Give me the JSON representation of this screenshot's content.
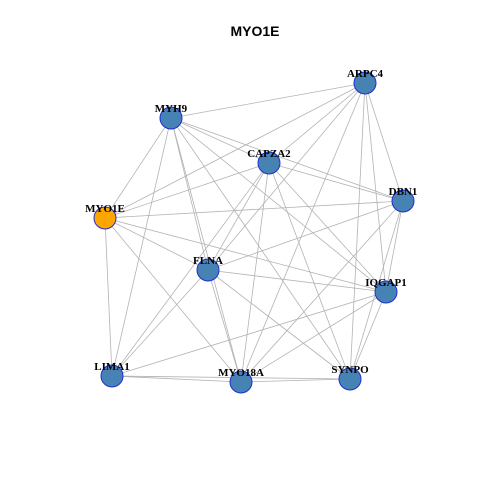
{
  "title": "MYO1E",
  "colors": {
    "focus_node": "#FFA500",
    "neighbor_node": "#4682B4",
    "node_border": "#1F2FD0",
    "edge": "#B3B3B3"
  },
  "nodes": [
    {
      "id": "MYO1E",
      "label": "MYO1E",
      "focus": true
    },
    {
      "id": "MYH9",
      "label": "MYH9",
      "focus": false
    },
    {
      "id": "ARPC4",
      "label": "ARPC4",
      "focus": false
    },
    {
      "id": "CAPZA2",
      "label": "CAPZA2",
      "focus": false
    },
    {
      "id": "DBN1",
      "label": "DBN1",
      "focus": false
    },
    {
      "id": "FLNA",
      "label": "FLNA",
      "focus": false
    },
    {
      "id": "IQGAP1",
      "label": "IQGAP1",
      "focus": false
    },
    {
      "id": "LIMA1",
      "label": "LIMA1",
      "focus": false
    },
    {
      "id": "MYO18A",
      "label": "MYO18A",
      "focus": false
    },
    {
      "id": "SYNPO",
      "label": "SYNPO",
      "focus": false
    }
  ],
  "edges": [
    [
      "MYO1E",
      "MYH9"
    ],
    [
      "MYO1E",
      "ARPC4"
    ],
    [
      "MYO1E",
      "CAPZA2"
    ],
    [
      "MYO1E",
      "DBN1"
    ],
    [
      "MYO1E",
      "FLNA"
    ],
    [
      "MYO1E",
      "IQGAP1"
    ],
    [
      "MYO1E",
      "LIMA1"
    ],
    [
      "MYO1E",
      "MYO18A"
    ],
    [
      "MYH9",
      "ARPC4"
    ],
    [
      "MYH9",
      "CAPZA2"
    ],
    [
      "MYH9",
      "DBN1"
    ],
    [
      "MYH9",
      "FLNA"
    ],
    [
      "MYH9",
      "IQGAP1"
    ],
    [
      "MYH9",
      "LIMA1"
    ],
    [
      "MYH9",
      "MYO18A"
    ],
    [
      "MYH9",
      "SYNPO"
    ],
    [
      "ARPC4",
      "CAPZA2"
    ],
    [
      "ARPC4",
      "DBN1"
    ],
    [
      "ARPC4",
      "FLNA"
    ],
    [
      "ARPC4",
      "IQGAP1"
    ],
    [
      "ARPC4",
      "MYO18A"
    ],
    [
      "ARPC4",
      "SYNPO"
    ],
    [
      "CAPZA2",
      "DBN1"
    ],
    [
      "CAPZA2",
      "FLNA"
    ],
    [
      "CAPZA2",
      "IQGAP1"
    ],
    [
      "CAPZA2",
      "LIMA1"
    ],
    [
      "CAPZA2",
      "MYO18A"
    ],
    [
      "CAPZA2",
      "SYNPO"
    ],
    [
      "DBN1",
      "FLNA"
    ],
    [
      "DBN1",
      "IQGAP1"
    ],
    [
      "DBN1",
      "MYO18A"
    ],
    [
      "DBN1",
      "SYNPO"
    ],
    [
      "FLNA",
      "IQGAP1"
    ],
    [
      "FLNA",
      "LIMA1"
    ],
    [
      "FLNA",
      "MYO18A"
    ],
    [
      "FLNA",
      "SYNPO"
    ],
    [
      "IQGAP1",
      "LIMA1"
    ],
    [
      "IQGAP1",
      "MYO18A"
    ],
    [
      "IQGAP1",
      "SYNPO"
    ],
    [
      "LIMA1",
      "MYO18A"
    ],
    [
      "LIMA1",
      "SYNPO"
    ],
    [
      "MYO18A",
      "SYNPO"
    ]
  ]
}
